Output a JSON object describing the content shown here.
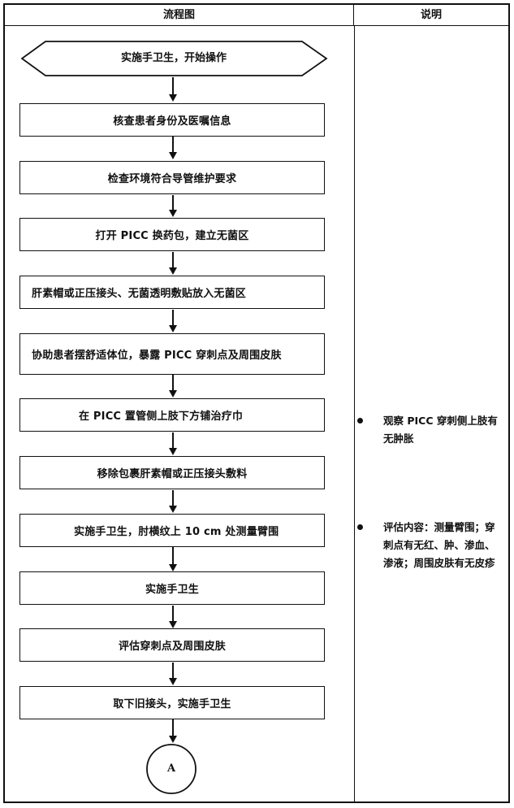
{
  "table": {
    "header_left": "流程图",
    "header_right": "说明"
  },
  "flow": {
    "start": "实施手卫生，开始操作",
    "steps": [
      "核查患者身份及医嘱信息",
      "检查环境符合导管维护要求",
      "打开 PICC 换药包，建立无菌区",
      "肝素帽或正压接头、无菌透明敷贴放入无菌区",
      "协助患者摆舒适体位，暴露 PICC 穿刺点及周围皮肤",
      "在 PICC 置管侧上肢下方铺治疗巾",
      "移除包裹肝素帽或正压接头敷料",
      "实施手卫生，肘横纹上 10 cm 处测量臂围",
      "实施手卫生",
      "评估穿刺点及周围皮肤",
      "取下旧接头，实施手卫生"
    ],
    "connector": "A"
  },
  "notes": [
    "观察 PICC 穿刺侧上肢有无肿胀",
    "评估内容：测量臂围；穿刺点有无红、肿、渗血、渗液；周围皮肤有无皮疹"
  ]
}
